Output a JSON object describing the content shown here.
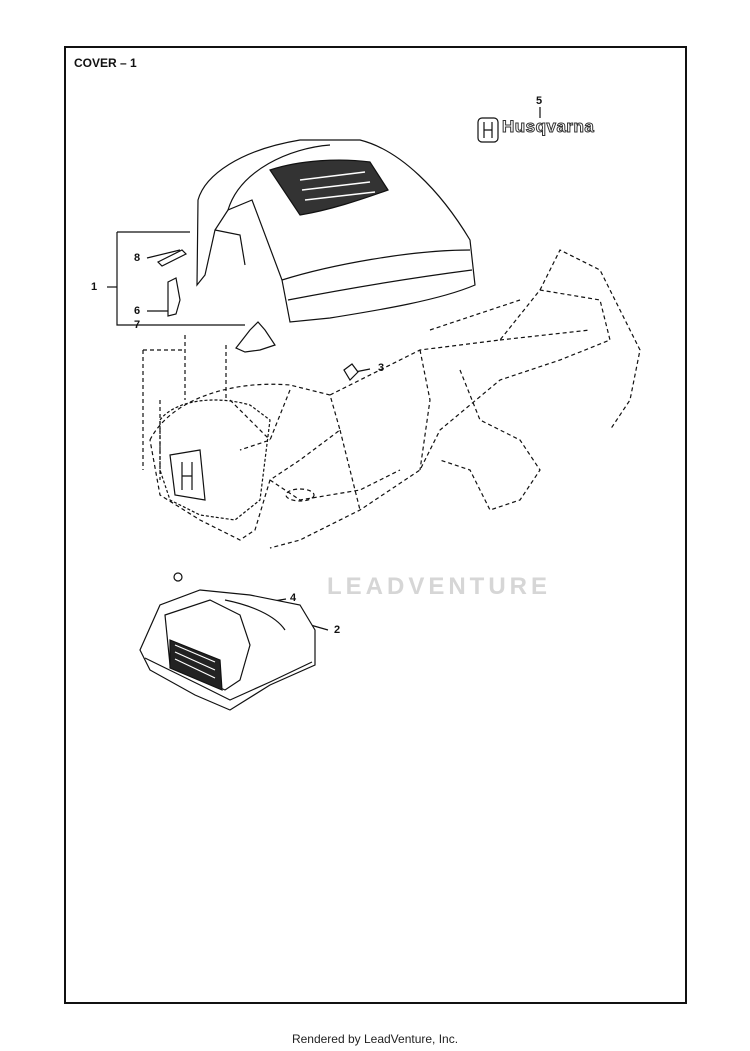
{
  "title": "COVER – 1",
  "brand_text": "Husqvarna",
  "watermark": "LEADVENTURE",
  "footer": "Rendered by LeadVenture, Inc.",
  "callouts": {
    "c1": "1",
    "c2": "2",
    "c3": "3",
    "c4": "4",
    "c5": "5",
    "c6": "6",
    "c7": "7",
    "c8": "8"
  },
  "colors": {
    "line": "#111111",
    "watermark": "#d6d6d6"
  }
}
